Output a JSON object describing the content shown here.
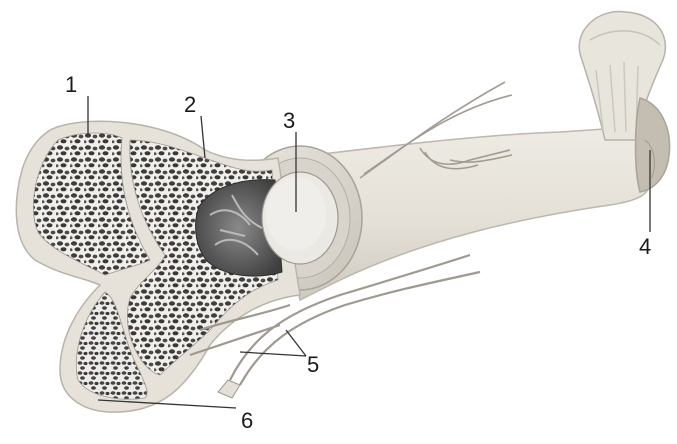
{
  "labels": {
    "l1": "1",
    "l2": "2",
    "l3": "3",
    "l4": "4",
    "l5": "5",
    "l6": "6"
  },
  "colors": {
    "bone_outer": "#e6e2da",
    "bone_shaft": "#e2ddd3",
    "spongy_pores": "#3a3a3a",
    "leader_line": "#333333",
    "cartilage": "#cfcac2"
  }
}
